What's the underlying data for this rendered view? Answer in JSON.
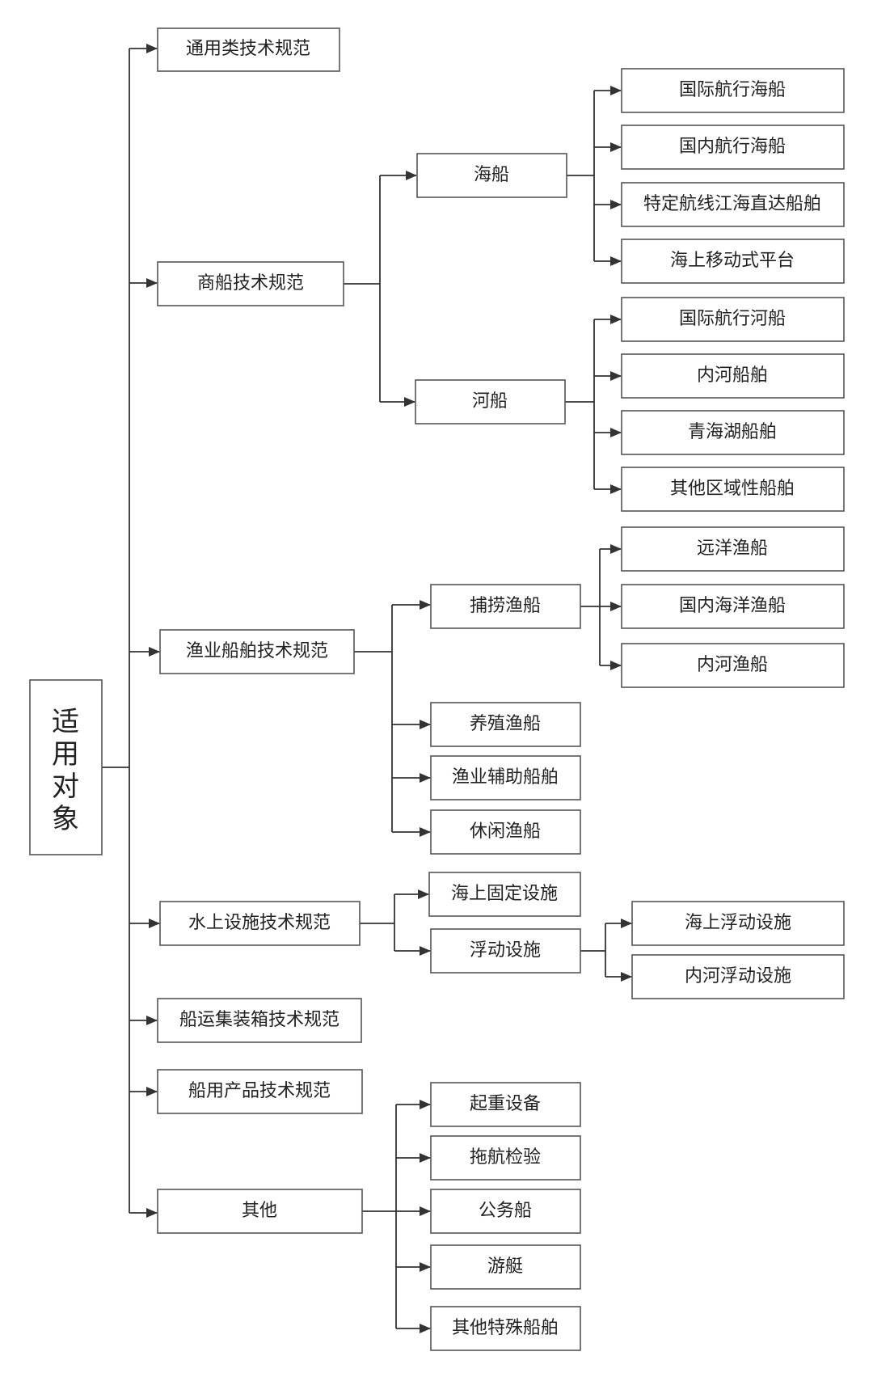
{
  "root": {
    "label": "适用对象"
  },
  "categories": {
    "general": {
      "label": "通用类技术规范"
    },
    "merchant": {
      "label": "商船技术规范",
      "sea": {
        "label": "海船",
        "items": [
          "国际航行海船",
          "国内航行海船",
          "特定航线江海直达船舶",
          "海上移动式平台"
        ]
      },
      "river": {
        "label": "河船",
        "items": [
          "国际航行河船",
          "内河船舶",
          "青海湖船舶",
          "其他区域性船舶"
        ]
      }
    },
    "fishery": {
      "label": "渔业船舶技术规范",
      "catching": {
        "label": "捕捞渔船",
        "items": [
          "远洋渔船",
          "国内海洋渔船",
          "内河渔船"
        ]
      },
      "others": [
        "养殖渔船",
        "渔业辅助船舶",
        "休闲渔船"
      ]
    },
    "facility": {
      "label": "水上设施技术规范",
      "fixed": {
        "label": "海上固定设施"
      },
      "floating": {
        "label": "浮动设施",
        "items": [
          "海上浮动设施",
          "内河浮动设施"
        ]
      }
    },
    "container": {
      "label": "船运集装箱技术规范"
    },
    "product": {
      "label": "船用产品技术规范"
    },
    "other": {
      "label": "其他",
      "items": [
        "起重设备",
        "拖航检验",
        "公务船",
        "游艇",
        "其他特殊船舶"
      ]
    }
  }
}
